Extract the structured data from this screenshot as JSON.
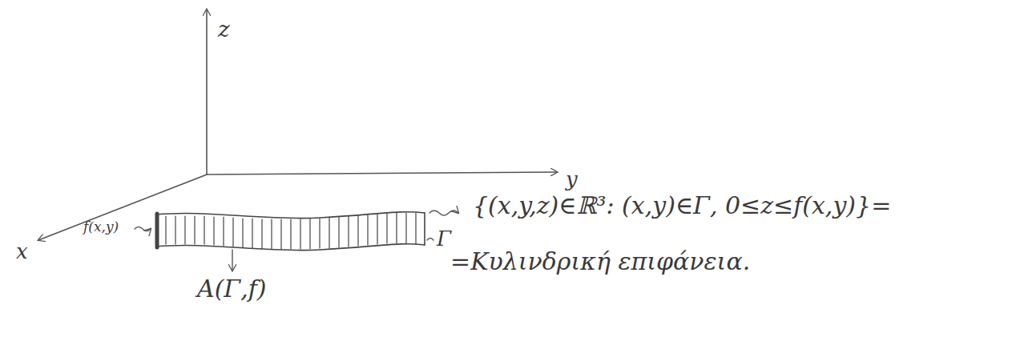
{
  "diagram": {
    "labels": [
      "z",
      "y",
      "x",
      "f(x,y)",
      "Γ",
      "A(Γ,f)",
      "{(x,y,z)∈ℝ³: (x,y)∈Γ, 0≤z≤f(x,y)}=",
      "=Κυλινδρική επιφάνεια."
    ]
  }
}
